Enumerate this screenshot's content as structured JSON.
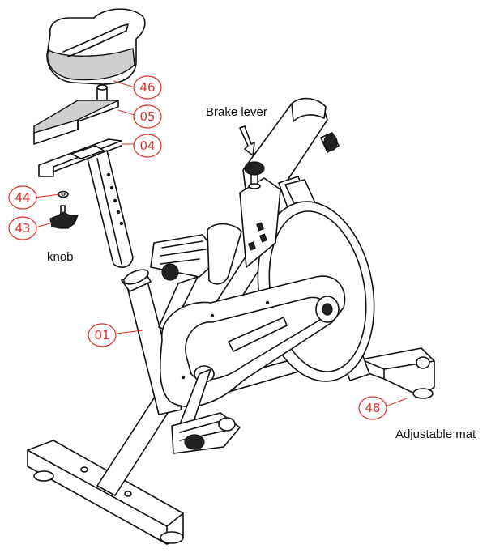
{
  "parts": [
    {
      "id": "part-46",
      "number": "46"
    },
    {
      "id": "part-05",
      "number": "05"
    },
    {
      "id": "part-04",
      "number": "04"
    },
    {
      "id": "part-44",
      "number": "44"
    },
    {
      "id": "part-43",
      "number": "43"
    },
    {
      "id": "part-01",
      "number": "01"
    },
    {
      "id": "part-48",
      "number": "48"
    }
  ],
  "callouts": {
    "brake_lever": "Brake lever",
    "knob": "knob",
    "adjustable_mat": "Adjustable mat"
  },
  "colors": {
    "part_label": "#e0302a",
    "line": "#111111",
    "background": "#ffffff"
  }
}
